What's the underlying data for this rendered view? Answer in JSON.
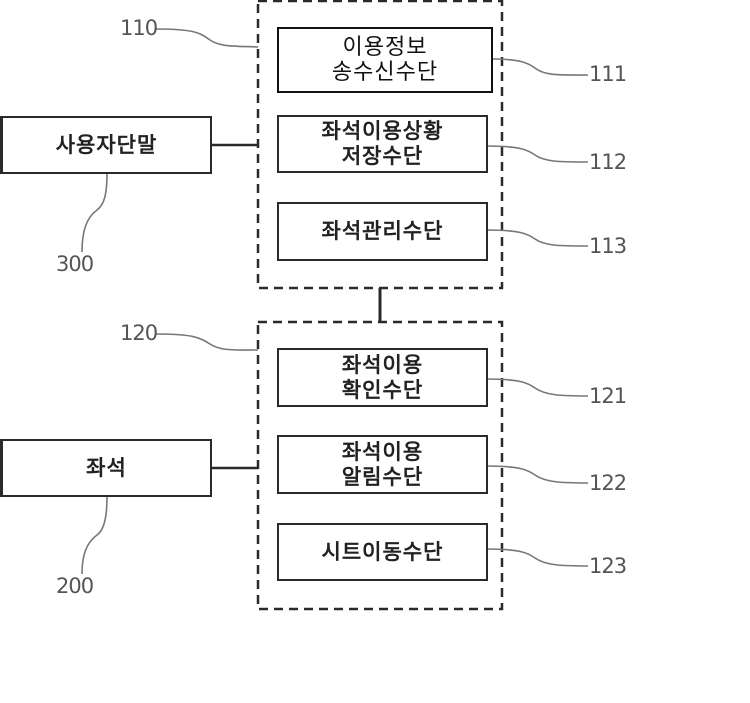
{
  "diagram": {
    "title": "",
    "groups": [
      {
        "ref": "110",
        "components": [
          {
            "ref": "111",
            "lines": [
              "이용정보",
              "송수신수단"
            ]
          },
          {
            "ref": "112",
            "lines": [
              "좌석이용상황",
              "저장수단"
            ]
          },
          {
            "ref": "113",
            "lines": [
              "좌석관리수단"
            ]
          }
        ]
      },
      {
        "ref": "120",
        "components": [
          {
            "ref": "121",
            "lines": [
              "좌석이용",
              "확인수단"
            ]
          },
          {
            "ref": "122",
            "lines": [
              "좌석이용",
              "알림수단"
            ]
          },
          {
            "ref": "123",
            "lines": [
              "시트이동수단"
            ]
          }
        ]
      }
    ],
    "external": [
      {
        "ref": "300",
        "label": "사용자단말",
        "connects_to": "110"
      },
      {
        "ref": "200",
        "label": "좌석",
        "connects_to": "120"
      }
    ],
    "connections": [
      {
        "from": "300",
        "to": "110"
      },
      {
        "from": "200",
        "to": "120"
      },
      {
        "from": "110",
        "to": "120"
      }
    ],
    "colors": {
      "line": "#2a2a2a",
      "leader": "#666666",
      "ref_text": "#555555"
    }
  }
}
